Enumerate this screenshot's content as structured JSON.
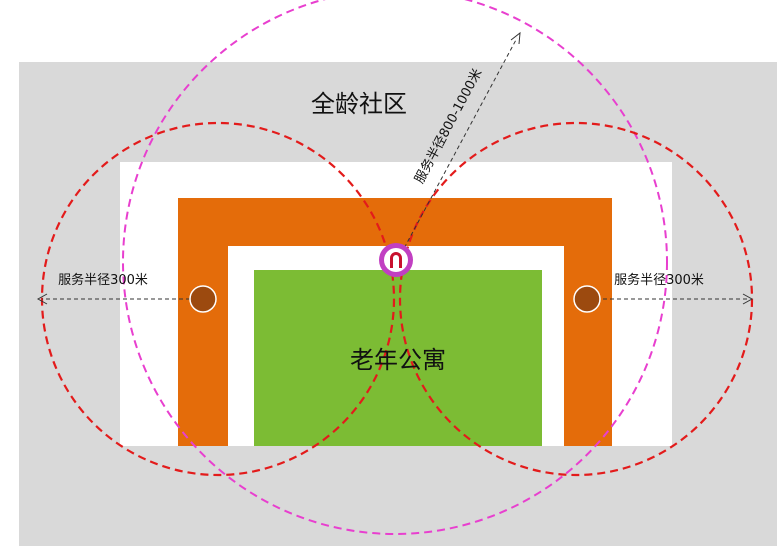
{
  "labels": {
    "community": "全龄社区",
    "apartment": "老年公寓",
    "radius_left": "服务半径300米",
    "radius_right": "服务半径300米",
    "radius_large": "服务半径800-1000米"
  },
  "colors": {
    "community_bg": "#d9d9d9",
    "white_band": "#ffffff",
    "orange_band": "#e46c0a",
    "green_core": "#7cbc34",
    "red_circle": "#e31b1b",
    "pink_circle": "#e83fcf",
    "service_node": "#9c4a0f",
    "center_node": "#c13fc2",
    "center_inner": "#c8102e"
  },
  "icons": {
    "center_symbol": "magnet-icon",
    "side_node": "circle-node-icon"
  }
}
